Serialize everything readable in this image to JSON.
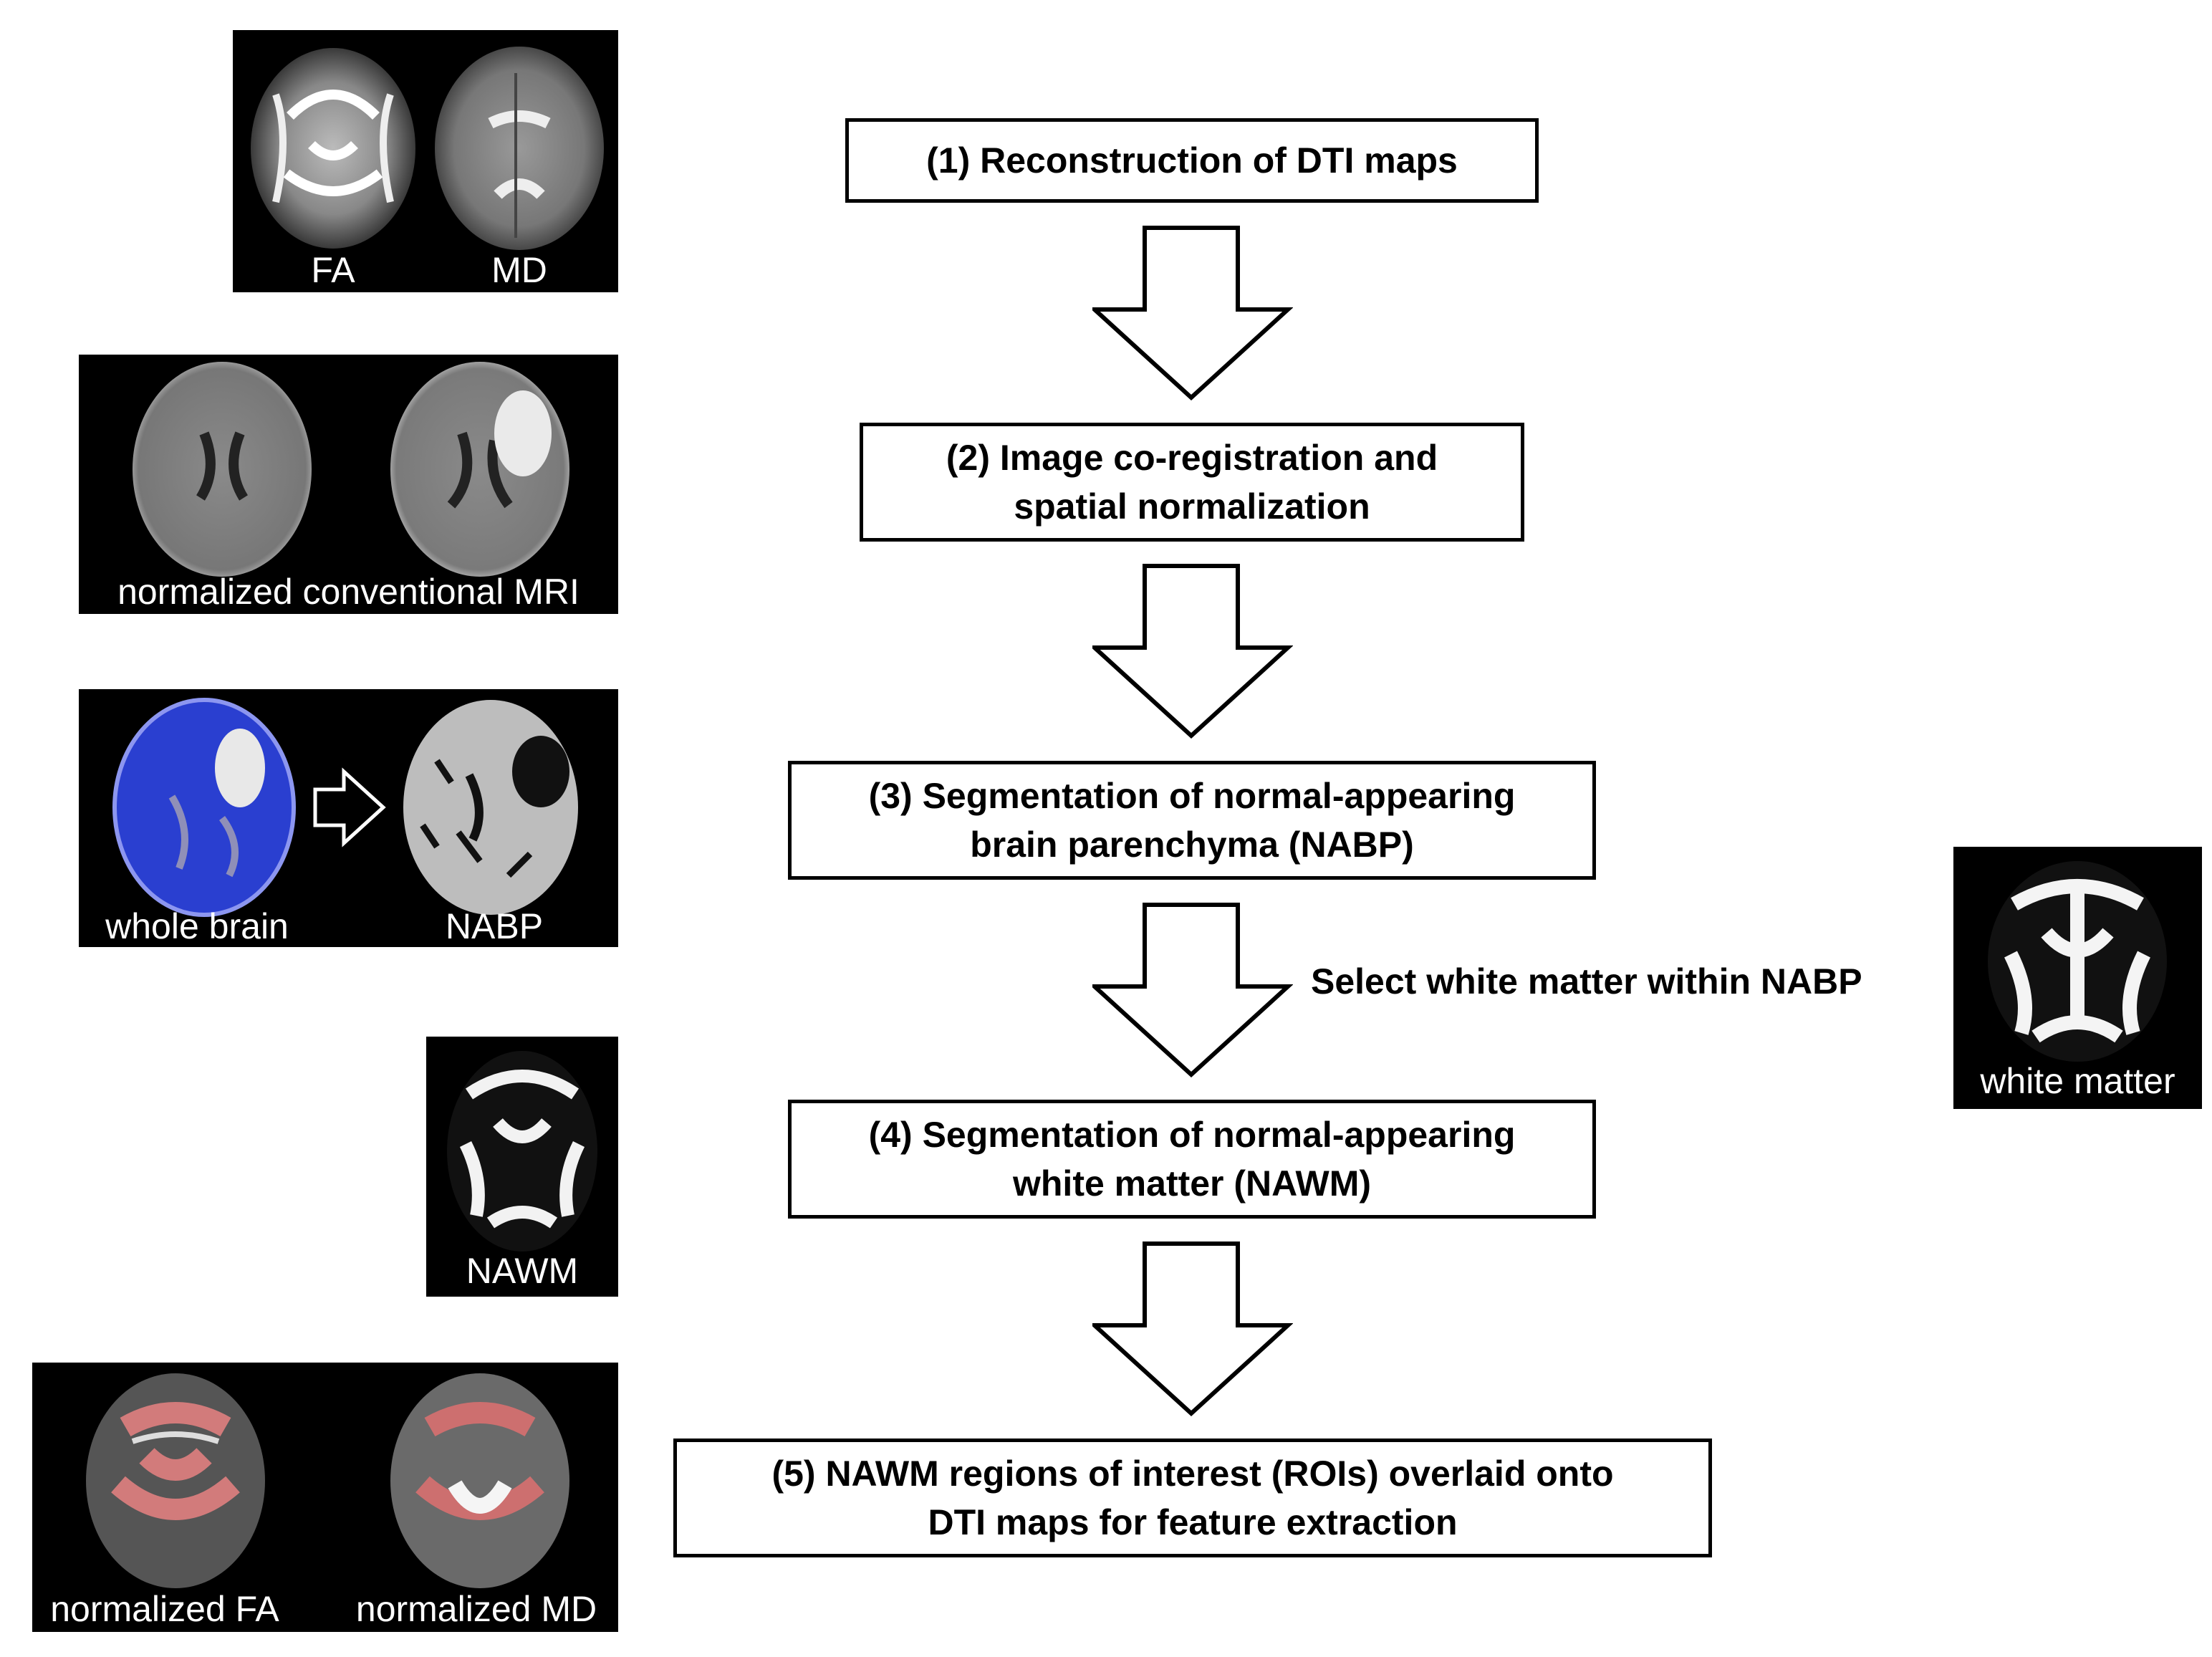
{
  "steps": [
    {
      "lines": [
        "(1) Reconstruction of DTI maps"
      ]
    },
    {
      "lines": [
        "(2) Image co-registration and",
        "spatial normalization"
      ]
    },
    {
      "lines": [
        "(3) Segmentation of normal-appearing",
        "brain parenchyma (NABP)"
      ]
    },
    {
      "lines": [
        "(4) Segmentation of normal-appearing",
        "white matter (NAWM)"
      ]
    },
    {
      "lines": [
        "(5) NAWM regions of interest (ROIs) overlaid onto",
        "DTI maps for feature extraction"
      ]
    }
  ],
  "side_note": "Select white matter within NABP",
  "panels": {
    "dti": {
      "labels": [
        "FA",
        "MD"
      ]
    },
    "conventional": {
      "label": "normalized conventional MRI"
    },
    "segmentation": {
      "labels": [
        "whole brain",
        "NABP"
      ]
    },
    "nawm": {
      "label": "NAWM"
    },
    "normalized": {
      "labels": [
        "normalized FA",
        "normalized MD"
      ]
    },
    "white_matter": {
      "label": "white matter"
    }
  },
  "colors": {
    "box_border": "#000000",
    "panel_bg": "#000000",
    "segment_blue": "#2a3fd0",
    "roi_overlay": "#e07a7a"
  }
}
